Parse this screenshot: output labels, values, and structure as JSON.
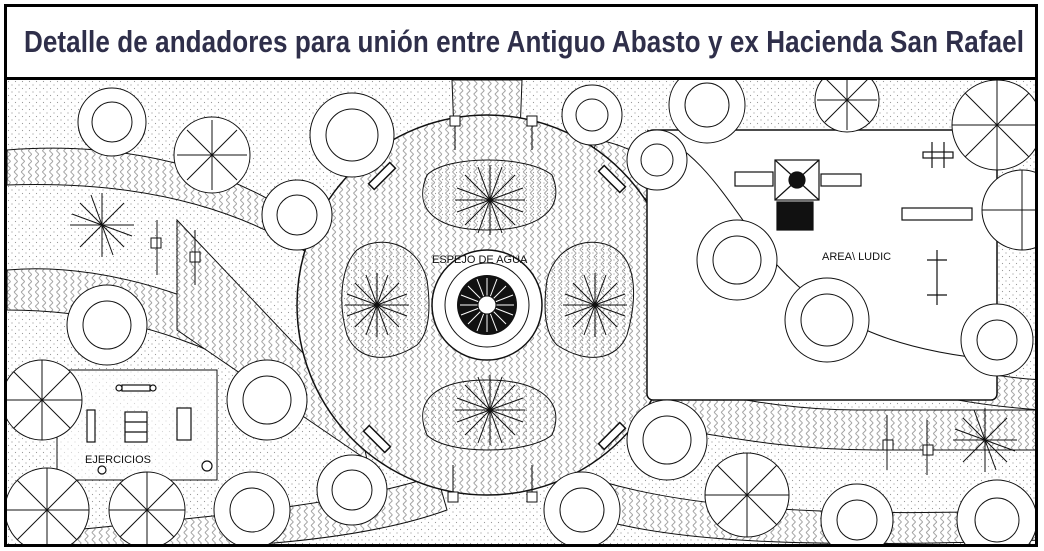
{
  "title": "Detalle de andadores para unión entre Antiguo Abasto y ex Hacienda San Rafael",
  "labels": {
    "water_mirror": "ESPEJO DE AGUA",
    "play_area": "AREA\\ LUDIC",
    "exercise_area": "EJERCICIOS"
  },
  "colors": {
    "title": "#2f2f4a",
    "line": "#111111",
    "paving": "#8c8c8c",
    "background": "#ffffff"
  },
  "icons": [
    "tree-icon",
    "shrub-icon",
    "agave-plant-icon",
    "lamp-post-icon",
    "bench-icon",
    "fountain-icon",
    "playground-icon",
    "exercise-equipment-icon"
  ]
}
